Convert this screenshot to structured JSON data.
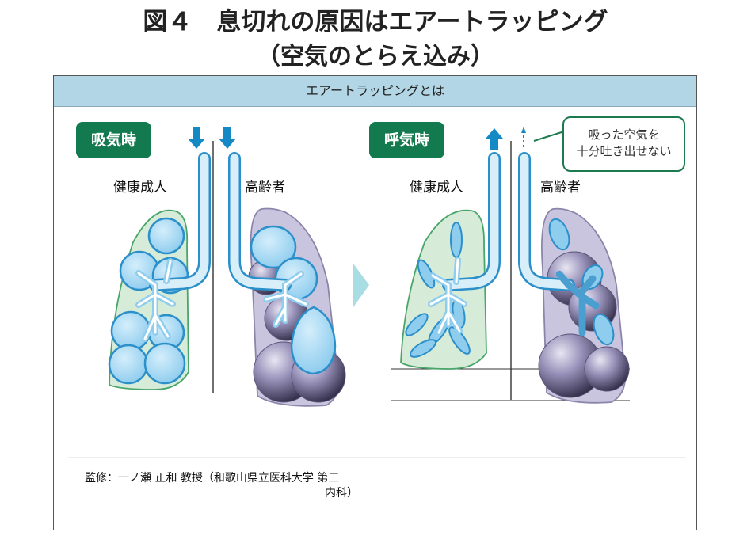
{
  "title": {
    "line1": "図４　息切れの原因はエアートラッピング",
    "line2": "（空気のとらえ込み）"
  },
  "header": {
    "text": "エアートラッピングとは"
  },
  "inhale": {
    "badge": "吸気時",
    "healthy_label": "健康成人",
    "elderly_label": "高齢者"
  },
  "exhale": {
    "badge": "呼気時",
    "healthy_label": "健康成人",
    "elderly_label": "高齢者"
  },
  "callout": {
    "line1": "吸った空気を",
    "line2": "十分吐き出せない"
  },
  "credit": {
    "line1": "監修：一ノ瀬 正和 教授（和歌山県立医科大学 第三",
    "line2": "内科）"
  },
  "colors": {
    "badge_green": "#137a4f",
    "header_blue": "#b2d6e6",
    "arrow_blue": "#1589c6",
    "alveoli_blue": "#8fcdee",
    "lung_green": "#d6ecd9",
    "lung_purple": "#c9c5de"
  }
}
